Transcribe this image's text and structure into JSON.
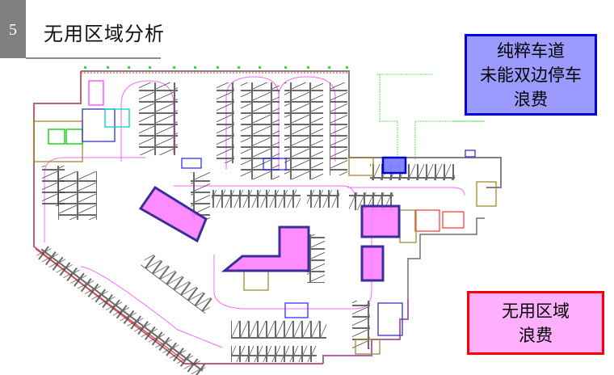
{
  "slide": {
    "number": "5",
    "title": "无用区域分析"
  },
  "callouts": {
    "lane": {
      "lines": [
        "纯粹车道",
        "未能双边停车",
        "浪费"
      ],
      "fill": "#9b9bff",
      "border": "#0000e0"
    },
    "unused": {
      "lines": [
        "无用区域",
        "浪费"
      ],
      "fill": "#ffb0ff",
      "border": "#ff0000"
    }
  },
  "floor_plan": {
    "type": "parking-garage-cad-drawing",
    "highlight_colors": {
      "waste_fill": "#ff80ff",
      "waste_border": "#3a2f9a",
      "lane_fill": "#8080ff",
      "lane_border": "#0000cc"
    },
    "highlighted_areas": [
      {
        "label": "unused-area-diagonal-west"
      },
      {
        "label": "unused-area-center-L"
      },
      {
        "label": "unused-area-east-upper"
      },
      {
        "label": "unused-area-east-lower"
      },
      {
        "label": "lane-only-area-north-east"
      }
    ]
  }
}
